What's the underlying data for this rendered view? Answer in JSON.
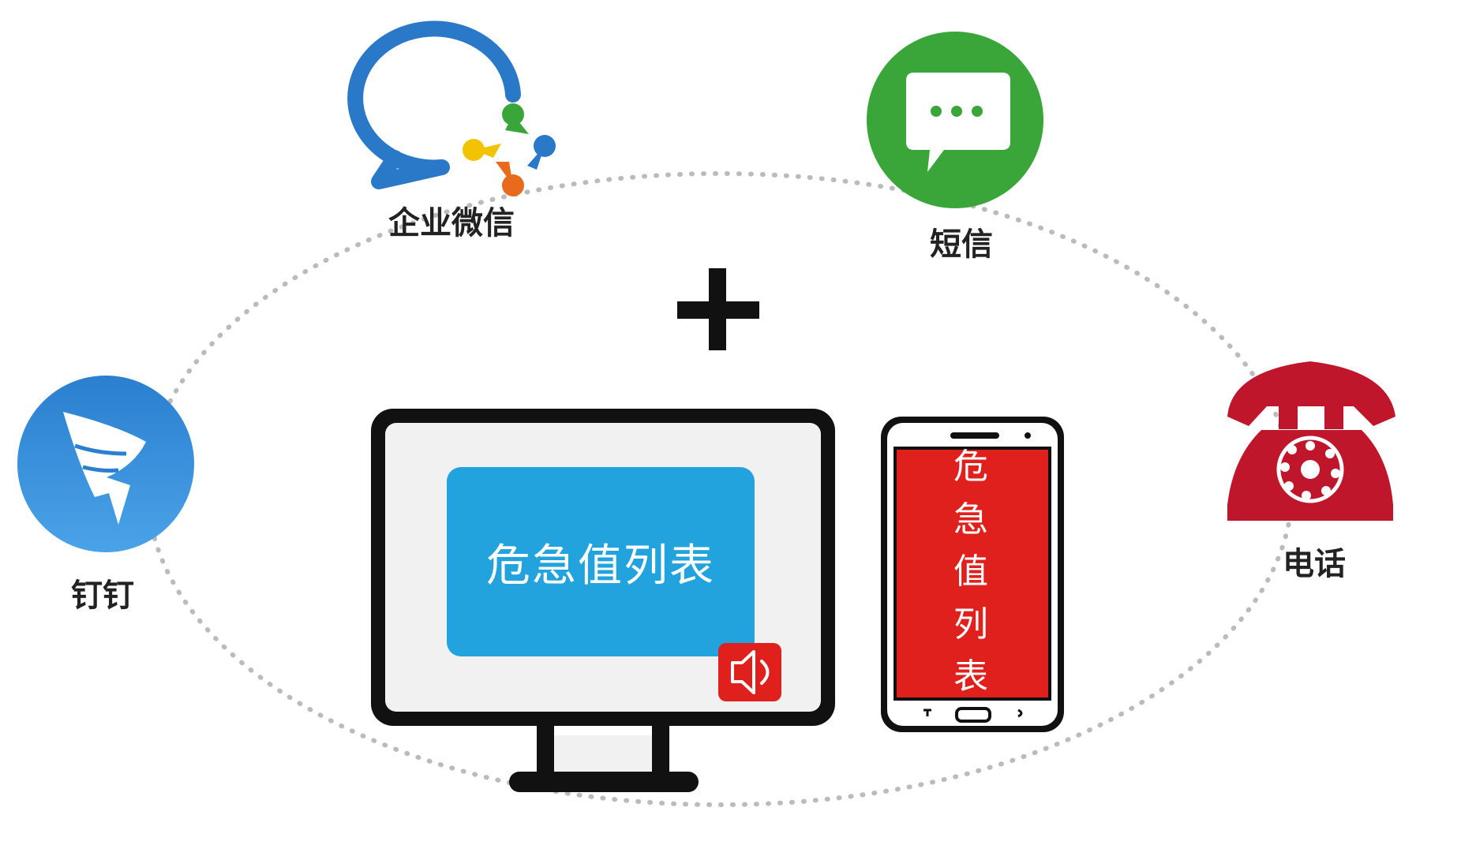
{
  "nodes": {
    "wecom": {
      "label": "企业微信",
      "icon": "wecom-logo-icon"
    },
    "sms": {
      "label": "短信",
      "icon": "sms-chat-bubble-icon"
    },
    "dingtalk": {
      "label": "钉钉",
      "icon": "dingtalk-logo-icon"
    },
    "phone": {
      "label": "电话",
      "icon": "rotary-telephone-icon"
    }
  },
  "center": {
    "plus_icon": "plus-icon",
    "monitor_screen_text": "危急值列表",
    "phone_screen_chars": [
      "危",
      "急",
      "值",
      "列",
      "表"
    ],
    "speaker_icon": "speaker-icon"
  },
  "colors": {
    "wecom_blue": "#2a78c8",
    "sms_green": "#3aa63a",
    "dingtalk_blue": "#2d8fd5",
    "phone_red": "#c0162c",
    "monitor_panel": "#22a3dd",
    "phone_screen_red": "#e0201c",
    "dotted_ellipse": "#bbbbbb"
  }
}
